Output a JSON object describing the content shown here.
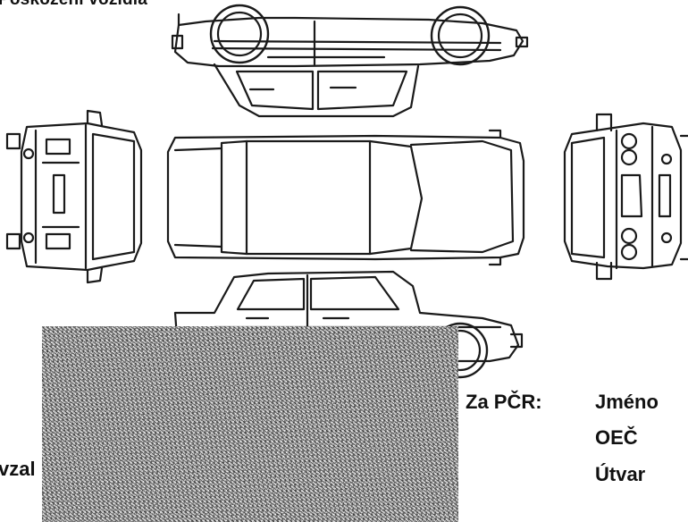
{
  "header": {
    "caption": "Poškození vozidla"
  },
  "form": {
    "cut_label": "vzal",
    "police_label": "Za PČR:",
    "fields": [
      "Jméno",
      "OEČ",
      "Útvar"
    ]
  }
}
